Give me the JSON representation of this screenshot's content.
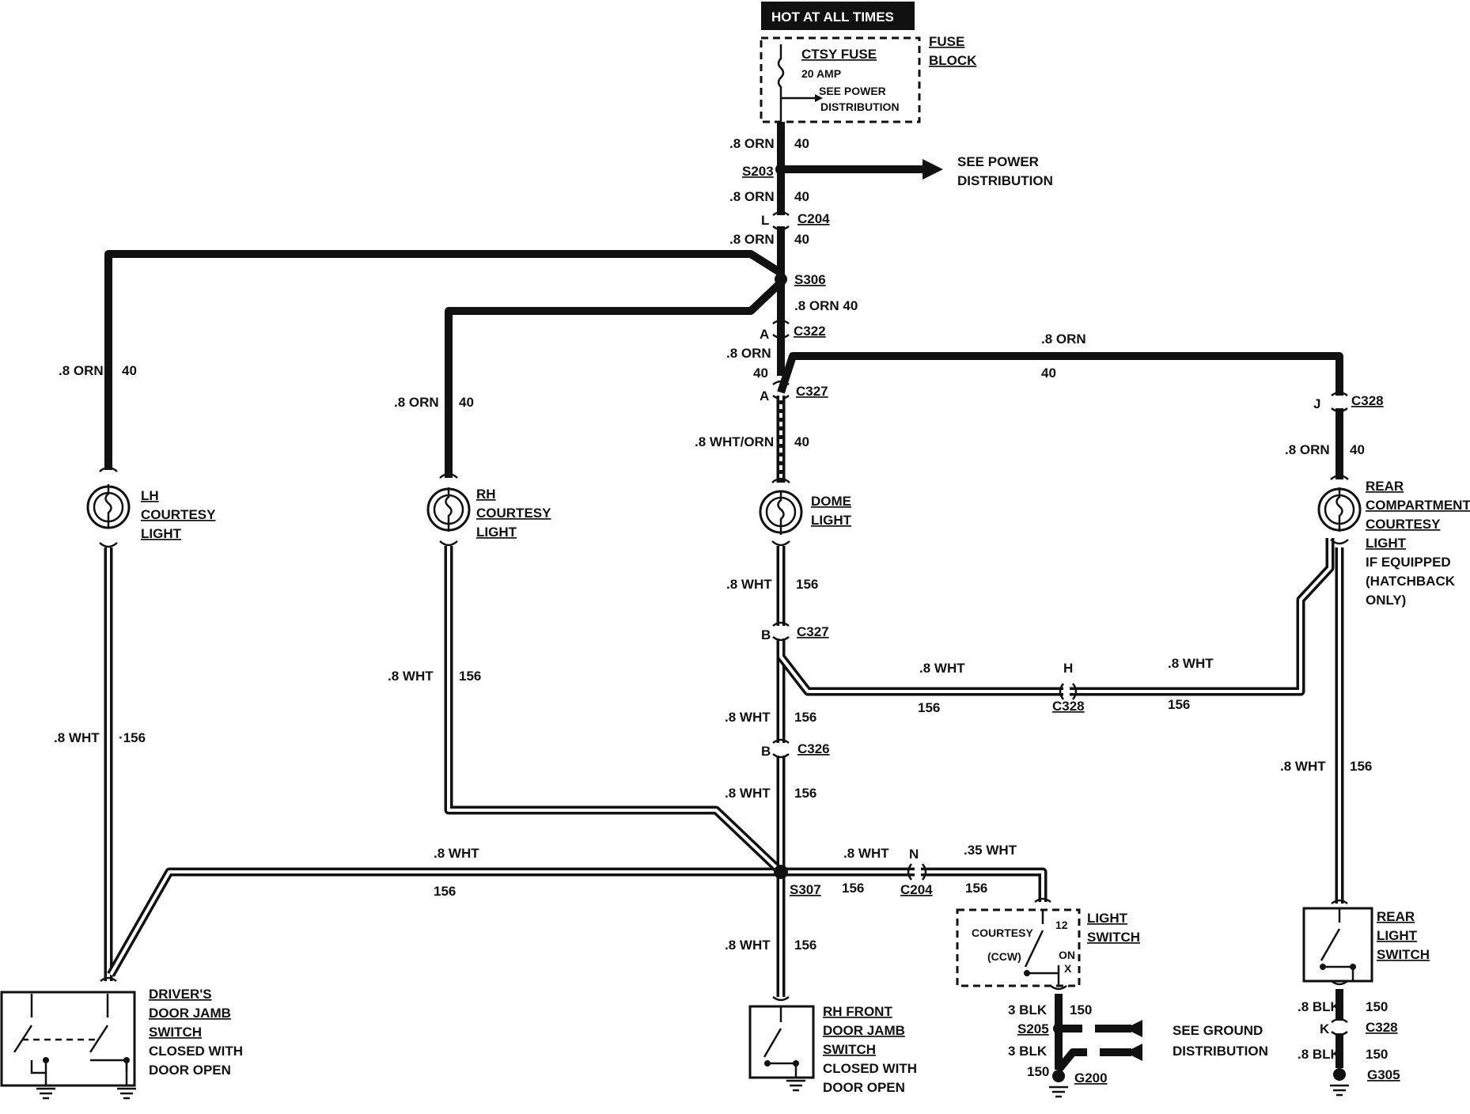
{
  "header": {
    "hot_label": "HOT AT ALL TIMES"
  },
  "fuse_block": {
    "fuse_name": "CTSY FUSE",
    "fuse_rating": "20 AMP",
    "see_line1": "SEE POWER",
    "see_line2": "DISTRIBUTION",
    "block_line1": "FUSE",
    "block_line2": "BLOCK"
  },
  "power_dist": {
    "line1": "SEE POWER",
    "line2": "DISTRIBUTION"
  },
  "ground_dist": {
    "line1": "SEE GROUND",
    "line2": "DISTRIBUTION"
  },
  "connectors": {
    "s203": "S203",
    "c204_top": "C204",
    "c204_top_pin": "L",
    "s306": "S306",
    "c322": "C322",
    "c322_pin": "A",
    "c327_top": "C327",
    "c327_top_pin": "A",
    "c328_right": "C328",
    "c328_right_pin": "J",
    "c327_mid": "C327",
    "c327_mid_pin": "B",
    "c326": "C326",
    "c326_pin": "B",
    "c328_mid": "C328",
    "c328_mid_pin": "H",
    "s307": "S307",
    "c204_bot": "C204",
    "c204_bot_pin": "N",
    "s205": "S205",
    "g200": "G200",
    "c328_bot": "C328",
    "c328_bot_pin": "K",
    "g305": "G305"
  },
  "wires": {
    "orn": ".8 ORN",
    "orn40": ".8 ORN 40",
    "c40": "40",
    "wht_orn": ".8 WHT/ORN",
    "wht": ".8 WHT",
    "c156": "156",
    "c156_dash": "·156",
    "wht35": ".35 WHT",
    "blk3": "3 BLK",
    "blk8": ".8 BLK",
    "c150": "150"
  },
  "components": {
    "lh_light": [
      "LH",
      "COURTESY",
      "LIGHT"
    ],
    "rh_light": [
      "RH",
      "COURTESY",
      "LIGHT"
    ],
    "dome_light": [
      "DOME",
      "LIGHT"
    ],
    "rear_light": [
      "REAR",
      "COMPARTMENT",
      "COURTESY",
      "LIGHT"
    ],
    "rear_note": [
      "IF EQUIPPED",
      "(HATCHBACK",
      "ONLY)"
    ],
    "drivers_switch": [
      "DRIVER'S",
      "DOOR JAMB",
      "SWITCH"
    ],
    "drivers_note": [
      "CLOSED WITH",
      "DOOR OPEN"
    ],
    "rh_switch": [
      "RH FRONT",
      "DOOR JAMB",
      "SWITCH"
    ],
    "rh_note": [
      "CLOSED WITH",
      "DOOR OPEN"
    ],
    "light_switch": [
      "LIGHT",
      "SWITCH"
    ],
    "ls_courtesy": "COURTESY",
    "ls_ccw": "(CCW)",
    "ls_on": "ON",
    "ls_x": "X",
    "ls_pin": "12",
    "rear_switch": [
      "REAR",
      "LIGHT",
      "SWITCH"
    ]
  },
  "colors": {
    "ink": "#111111",
    "paper": "#ffffff"
  }
}
